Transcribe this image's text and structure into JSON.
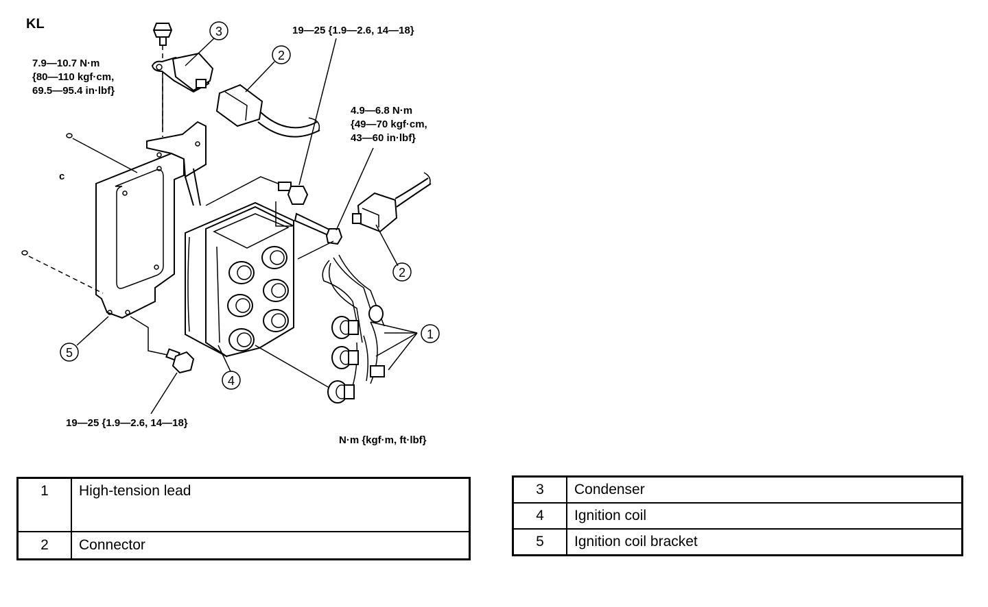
{
  "model": "KL",
  "torque_labels": {
    "condenser_bolt": [
      "7.9—10.7 N·m",
      "{80—110 kgf·cm,",
      "69.5—95.4 in·lbf}"
    ],
    "coil_top_bolt": "19—25 {1.9—2.6, 14—18}",
    "coil_side_bolt": [
      "4.9—6.8 N·m",
      "{49—70 kgf·cm,",
      "43—60 in·lbf}"
    ],
    "bracket_bolt": "19—25 {1.9—2.6, 14—18}",
    "units": "N·m {kgf·m, ft·lbf}"
  },
  "callouts": [
    "1",
    "2",
    "3",
    "4",
    "5"
  ],
  "legend": {
    "left": [
      {
        "num": "1",
        "name": "High-tension lead"
      },
      {
        "num": "2",
        "name": "Connector"
      }
    ],
    "right": [
      {
        "num": "3",
        "name": "Condenser"
      },
      {
        "num": "4",
        "name": "Ignition coil"
      },
      {
        "num": "5",
        "name": "Ignition coil bracket"
      }
    ]
  }
}
